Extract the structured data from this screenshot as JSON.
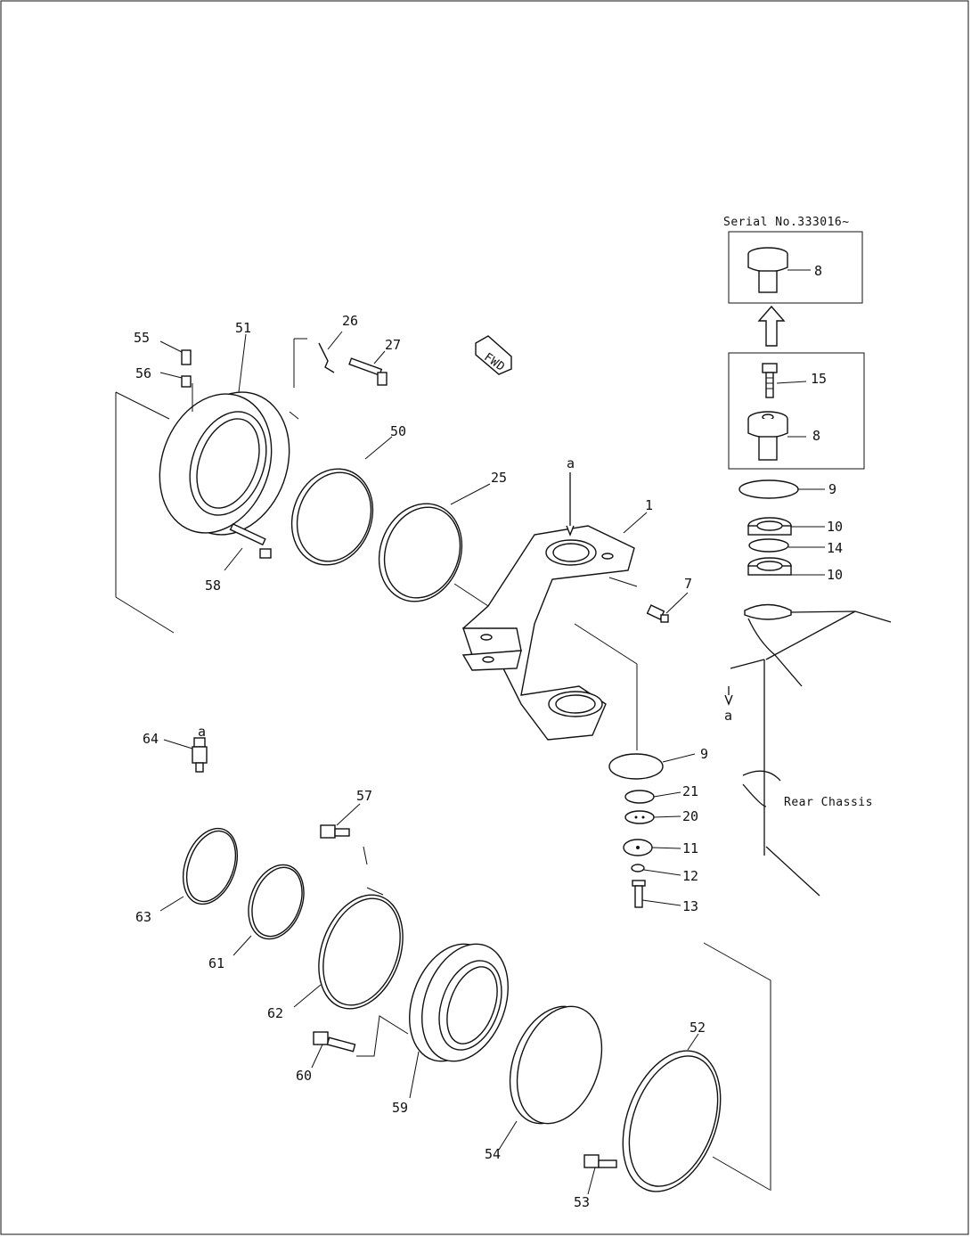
{
  "diagram": {
    "serial_note": "Serial No.333016~",
    "rear_chassis_label": "Rear Chassis",
    "fwd_label": "FWD",
    "ref_mark": "a",
    "labels": {
      "p1": "1",
      "p7": "7",
      "p8a": "8",
      "p8b": "8",
      "p9a": "9",
      "p9b": "9",
      "p10a": "10",
      "p10b": "10",
      "p11": "11",
      "p12": "12",
      "p13": "13",
      "p14": "14",
      "p15": "15",
      "p20": "20",
      "p21": "21",
      "p25": "25",
      "p26": "26",
      "p27": "27",
      "p50": "50",
      "p51": "51",
      "p52": "52",
      "p53": "53",
      "p54": "54",
      "p55": "55",
      "p56": "56",
      "p57": "57",
      "p58": "58",
      "p59": "59",
      "p60": "60",
      "p61": "61",
      "p62": "62",
      "p63": "63",
      "p64": "64"
    }
  }
}
